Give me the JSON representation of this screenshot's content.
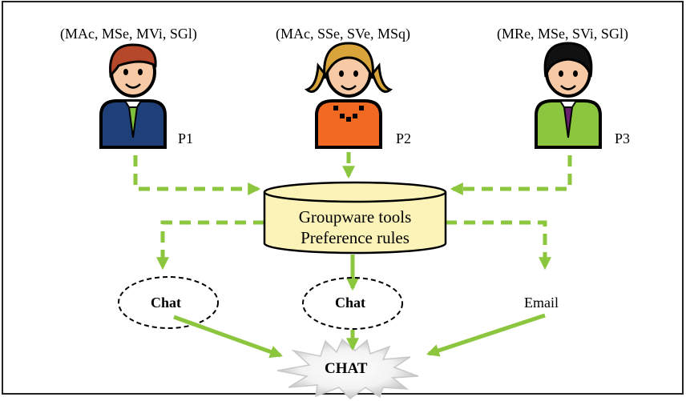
{
  "participants": [
    {
      "id": "p1",
      "label": "P1",
      "preferences": "(MAc, MSe, MVi, SGl)",
      "colors": {
        "hair": "#b5472a",
        "suit": "#1f3f78",
        "tie": "#7ec13c"
      }
    },
    {
      "id": "p2",
      "label": "P2",
      "preferences": "(MAc, SSe, SVe, MSq)",
      "colors": {
        "hair": "#d9a53a",
        "shirt": "#f26a22"
      }
    },
    {
      "id": "p3",
      "label": "P3",
      "preferences": "(MRe, MSe, SVi, SGl)",
      "colors": {
        "hair": "#111111",
        "suit": "#8cc63f",
        "tie": "#6a1f6e"
      }
    }
  ],
  "store": {
    "line1": "Groupware tools",
    "line2": "Preference rules",
    "fill": "#fbf3b8"
  },
  "options": [
    {
      "id": "opt1",
      "label": "Chat"
    },
    {
      "id": "opt2",
      "label": "Chat"
    },
    {
      "id": "opt3",
      "label": "Email"
    }
  ],
  "result": {
    "label": "CHAT"
  },
  "colors": {
    "arrow": "#8cc63f",
    "outline": "#000000"
  }
}
